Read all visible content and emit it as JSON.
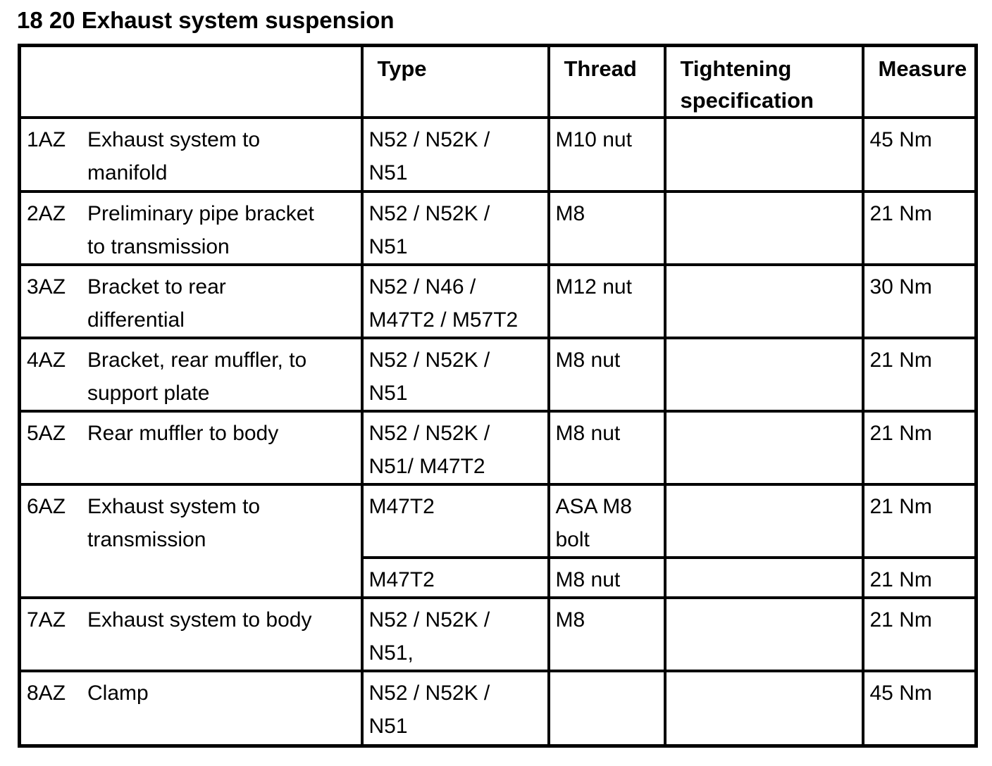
{
  "title": "18 20 Exhaust system suspension",
  "table": {
    "headers": {
      "item": "",
      "type": "Type",
      "thread": "Thread",
      "tightening": "Tightening specification",
      "measure": "Measure"
    },
    "rows": [
      {
        "id": "1AZ",
        "description": "Exhaust system to manifold",
        "type": "N52 / N52K / N51",
        "thread": "M10 nut",
        "tightening": "",
        "measure": "45 Nm"
      },
      {
        "id": "2AZ",
        "description": "Preliminary pipe bracket to transmission",
        "type": "N52 / N52K / N51",
        "thread": "M8",
        "tightening": "",
        "measure": "21 Nm"
      },
      {
        "id": "3AZ",
        "description": "Bracket to rear differential",
        "type": "N52 / N46 / M47T2 / M57T2",
        "thread": "M12 nut",
        "tightening": "",
        "measure": "30 Nm"
      },
      {
        "id": "4AZ",
        "description": "Bracket, rear muffler, to support plate",
        "type": "N52 / N52K / N51",
        "thread": "M8 nut",
        "tightening": "",
        "measure": "21 Nm"
      },
      {
        "id": "5AZ",
        "description": "Rear muffler to body",
        "type": "N52 / N52K / N51/ M47T2",
        "thread": "M8 nut",
        "tightening": "",
        "measure": "21 Nm"
      },
      {
        "id": "6AZ",
        "description": "Exhaust system to transmission",
        "type": "M47T2",
        "thread": "ASA M8 bolt",
        "tightening": "",
        "measure": "21 Nm"
      },
      {
        "id": "",
        "description": "",
        "type": "M47T2",
        "thread": "M8 nut",
        "tightening": "",
        "measure": "21 Nm"
      },
      {
        "id": "7AZ",
        "description": "Exhaust system to body",
        "type": "N52 / N52K / N51,",
        "thread": "M8",
        "tightening": "",
        "measure": "21 Nm"
      },
      {
        "id": "8AZ",
        "description": "Clamp",
        "type": "N52 / N52K / N51",
        "thread": "",
        "tightening": "",
        "measure": "45 Nm"
      }
    ],
    "colors": {
      "text": "#000000",
      "background": "#ffffff",
      "border": "#000000"
    }
  }
}
